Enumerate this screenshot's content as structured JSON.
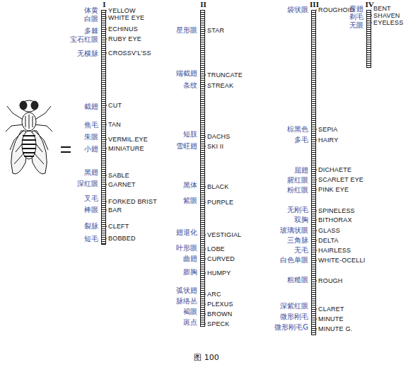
{
  "diagram": {
    "caption": "图 100",
    "nodes": [
      {
        "text": [
          "I"
        ]
      },
      {
        "text": [
          "II"
        ]
      },
      {
        "text": [
          "III"
        ]
      },
      {
        "text": [
          "IV"
        ]
      }
    ],
    "labels": [
      "体黄",
      "YELLOW",
      "白眼",
      "WHITE EYE",
      "多棘",
      "ECHINUS",
      "宝石红眼",
      "RUBY EYE",
      "无横脉",
      "CROSSV'L'SS",
      "截翅",
      "CUT",
      "焦毛",
      "TAN",
      "朱眼",
      "VERMIL.EYE",
      "小翅",
      "MINIATURE",
      "黑翅",
      "SABLE",
      "深红眼",
      "GARNET",
      "叉毛",
      "FORKED BRIST",
      "棒眼",
      "BAR",
      "裂脉",
      "CLEFT",
      "短毛",
      "BOBBED",
      "星形眼",
      "STAR",
      "端截翅",
      "TRUNCATE",
      "条纹",
      "STREAK",
      "短肢",
      "DACHS",
      "雪旺翅",
      "SKI II",
      "黑体",
      "BLACK",
      "紫眼",
      "PURPLE",
      "翅退化",
      "VESTIGIAL",
      "叶形眼",
      "LOBE",
      "曲翅",
      "CURVED",
      "膨胸",
      "HUMPY",
      "弧状翅",
      "ARC",
      "脉络丛",
      "PLEXUS",
      "褐眼",
      "BROWN",
      "斑点",
      "SPECK",
      "袋状眼",
      "ROUGHOID",
      "棕黑色",
      "SEPIA",
      "多毛",
      "HAIRY",
      "屈翅",
      "DICHAETE",
      "腥红眼",
      "SCARLET EYE",
      "粉红眼",
      "PINK EYE",
      "无刚毛",
      "SPINELESS",
      "双胸",
      "BITHORAX",
      "玻璃状眼",
      "GLASS",
      "三角脉",
      "DELTA",
      "无毛",
      "HAIRLESS",
      "白色单眼",
      "WHITE-OCELLI",
      "粗糙眼",
      "ROUGH",
      "深紫红眼",
      "CLARET",
      "微形刚毛",
      "MINUTE",
      "微形刚毛G",
      "MINUTE G.",
      "弯翅",
      "BENT",
      "剃毛",
      "SHAVEN",
      "无眼",
      "EYELESS"
    ]
  }
}
